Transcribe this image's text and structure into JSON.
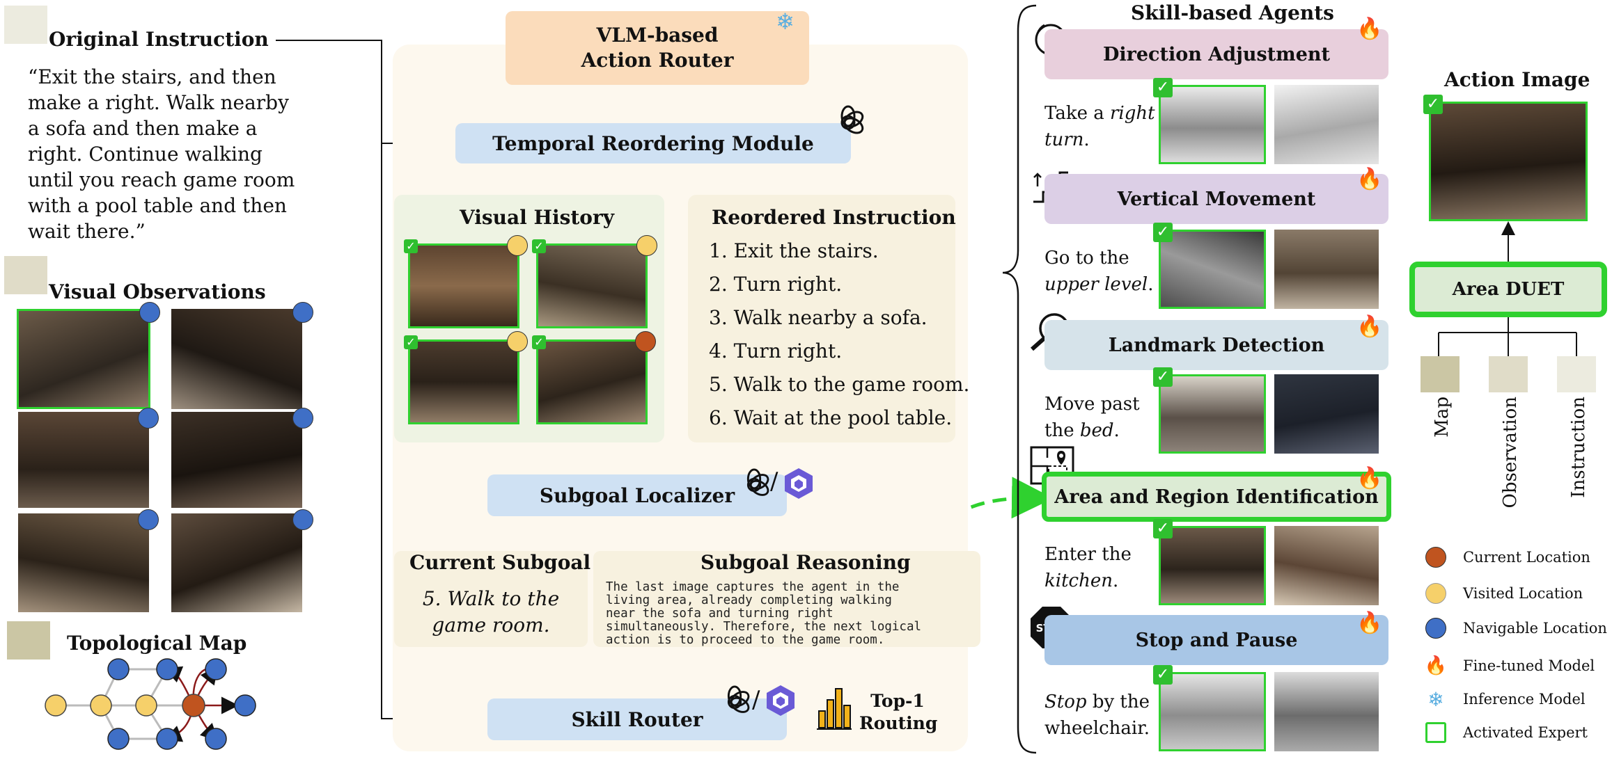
{
  "left": {
    "original_instruction_title": "Original Instruction",
    "instruction_text": "“Exit the stairs, and then make a right. Walk nearby a sofa and then make a right. Continue walking until you reach game room with a pool table and then wait there.”",
    "visual_observations_title": "Visual Observations",
    "topological_map_title": "Topological Map"
  },
  "router": {
    "title_line1": "VLM-based",
    "title_line2": "Action Router",
    "temporal_module": "Temporal Reordering Module",
    "visual_history_title": "Visual History",
    "reordered_title": "Reordered Instruction",
    "reordered_items": [
      "1. Exit the stairs.",
      "2. Turn right.",
      "3. Walk nearby a sofa.",
      "4. Turn right.",
      "5. Walk to the game room.",
      "6. Wait at the pool table."
    ],
    "subgoal_localizer": "Subgoal Localizer",
    "current_subgoal_title": "Current Subgoal",
    "current_subgoal_line1": "5. Walk to the",
    "current_subgoal_line2": "game room.",
    "subgoal_reasoning_title": "Subgoal Reasoning",
    "reasoning_lines": [
      "The last image captures the agent in the",
      "living area, already completing walking",
      "near the sofa and turning right",
      "simultaneously. Therefore, the next logical",
      "action is to proceed to the game room."
    ],
    "skill_router": "Skill Router",
    "top1_line1": "Top-1",
    "top1_line2": "Routing",
    "slash": "/"
  },
  "agents": {
    "title": "Skill-based Agents",
    "skills": [
      {
        "name": "Direction Adjustment",
        "caption_line1": "Take a right turn.",
        "color": "#e8cfdc"
      },
      {
        "name": "Vertical Movement",
        "caption_line1": "Go to the upper level.",
        "color": "#dccfe6"
      },
      {
        "name": "Landmark Detection",
        "caption_line1": "Move past the bed.",
        "color": "#d6e3ea"
      },
      {
        "name": "Area and Region Identification",
        "caption_line1": "Enter the kitchen.",
        "color": "#dcebd4"
      },
      {
        "name": "Stop and Pause",
        "caption_line1": "Stop by the wheelchair.",
        "color": "#a8c6e6"
      }
    ],
    "stop_sign": "STOP",
    "captions": {
      "c0a": "Take a ",
      "c0b": "right",
      "c0c": "turn",
      "c1a": "Go to the",
      "c1b": "upper level",
      "c2a": "Move past",
      "c2b": "the ",
      "c2c": "bed",
      "c3a": "Enter the",
      "c3b": "kitchen",
      "c4a": "Stop",
      "c4b": " by the",
      "c4c": "wheelchair."
    }
  },
  "right": {
    "action_image_title": "Action Image",
    "area_duet": "Area DUET",
    "inputs": [
      "Map",
      "Observation",
      "Instruction"
    ]
  },
  "legend": {
    "items": [
      {
        "label": "Current Location",
        "icon": "current-location-dot",
        "color": "#c0541f"
      },
      {
        "label": "Visited Location",
        "icon": "visited-location-dot",
        "color": "#f6d06a"
      },
      {
        "label": "Navigable Location",
        "icon": "navigable-location-dot",
        "color": "#3f6fc6"
      },
      {
        "label": "Fine-tuned Model",
        "icon": "fire-icon",
        "color": "#f08a1c"
      },
      {
        "label": "Inference Model",
        "icon": "snowflake-icon",
        "color": "#5aaee0"
      },
      {
        "label": "Activated Expert",
        "icon": "green-square-icon",
        "color": "#2fd12f"
      }
    ]
  }
}
